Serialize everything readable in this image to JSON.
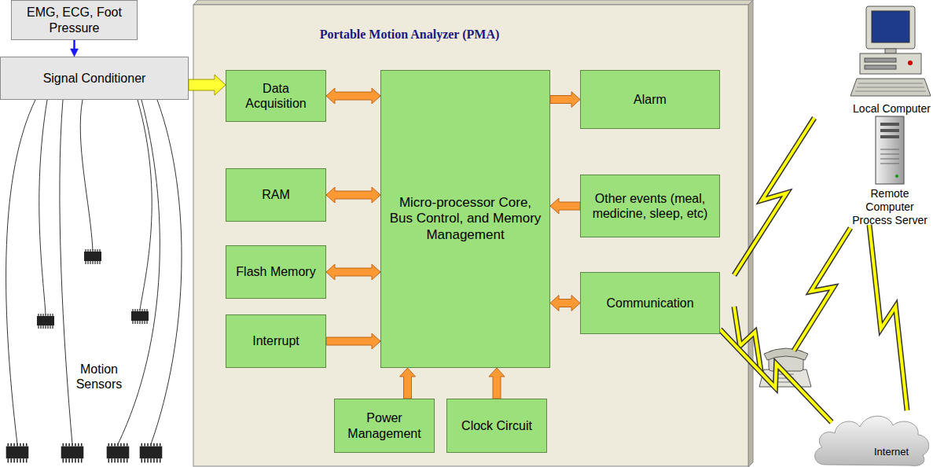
{
  "diagram": {
    "nodes": [
      {
        "text": [
          "EMG, ECG, Foot Pressure"
        ]
      },
      {
        "text": [
          "Signal Conditioner"
        ]
      },
      {
        "text": [
          "Portable Motion Analyzer (PMA)"
        ]
      },
      {
        "text": [
          "Data Acquisition"
        ],
        "in": 2
      },
      {
        "text": [
          "RAM"
        ],
        "in": 2
      },
      {
        "text": [
          "Flash Memory"
        ],
        "in": 2
      },
      {
        "text": [
          "Interrupt"
        ],
        "in": 2
      },
      {
        "text": [
          "Micro-processor Core, Bus Control, and Memory Management"
        ],
        "in": 2
      },
      {
        "text": [
          "Alarm"
        ],
        "in": 2
      },
      {
        "text": [
          "Other events (meal, medicine, sleep, etc)"
        ],
        "in": 2
      },
      {
        "text": [
          "Communication"
        ],
        "in": 2
      },
      {
        "text": [
          "Power Management"
        ],
        "in": 2
      },
      {
        "text": [
          "Clock Circuit"
        ],
        "in": 2
      },
      {
        "text": [
          "Internet"
        ]
      }
    ],
    "edges": [
      {
        "from": 0,
        "to": 1,
        "arrow": "to"
      },
      {
        "from": 1,
        "to": 3,
        "arrow": "to"
      },
      {
        "from": 3,
        "to": 7,
        "arrow": "both"
      },
      {
        "from": 4,
        "to": 7,
        "arrow": "both"
      },
      {
        "from": 5,
        "to": 7,
        "arrow": "both"
      },
      {
        "from": 6,
        "to": 7,
        "arrow": "to"
      },
      {
        "from": 7,
        "to": 8,
        "arrow": "to"
      },
      {
        "from": 9,
        "to": 7,
        "arrow": "to"
      },
      {
        "from": 10,
        "to": 7,
        "arrow": "both"
      },
      {
        "from": 11,
        "to": 7,
        "arrow": "to"
      },
      {
        "from": 12,
        "to": 7,
        "arrow": "to"
      },
      {
        "from": 10,
        "to": 13,
        "arrow": "none"
      }
    ],
    "labels": [
      "Motion Sensors",
      "Local Computer",
      "Remote Computer Process Server"
    ]
  }
}
